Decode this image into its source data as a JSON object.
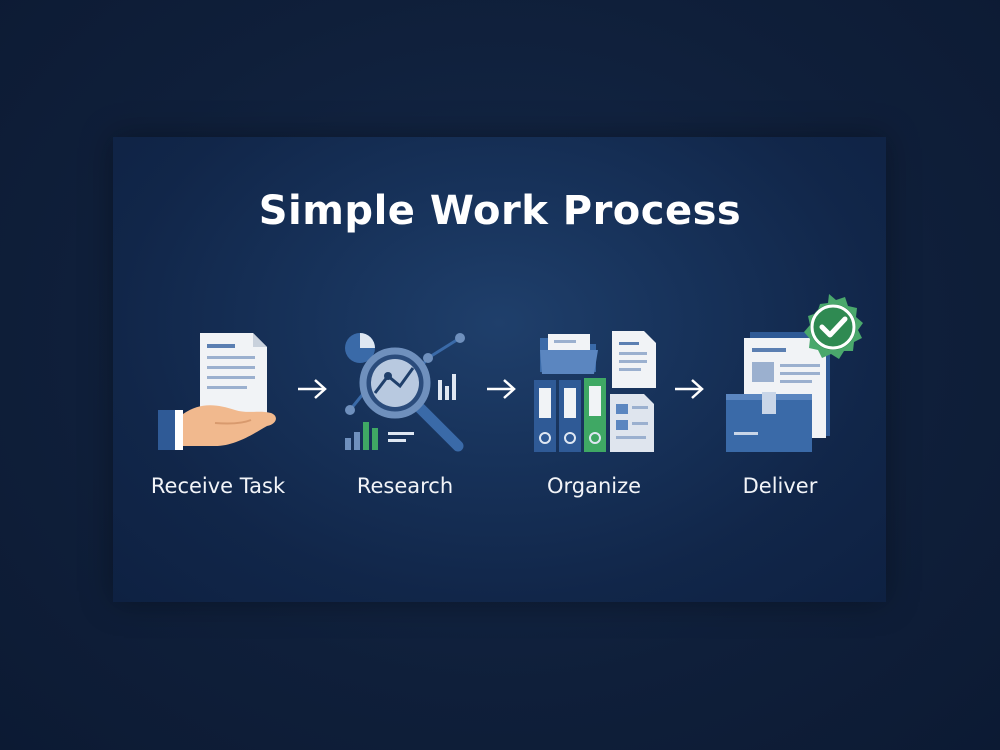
{
  "title": "Simple Work Process",
  "steps": [
    {
      "label": "Receive Task",
      "icon": "hand-document-icon"
    },
    {
      "label": "Research",
      "icon": "magnifier-chart-icon"
    },
    {
      "label": "Organize",
      "icon": "folders-binders-icon"
    },
    {
      "label": "Deliver",
      "icon": "package-checkmark-icon"
    }
  ],
  "colors": {
    "background": "#0f1f3a",
    "panel": "#17325a",
    "accent_blue": "#3a6aa8",
    "accent_green": "#3fa864",
    "text": "#ffffff"
  }
}
